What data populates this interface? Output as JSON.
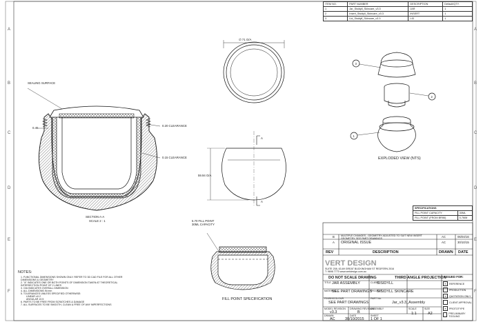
{
  "border": {
    "left_zones": [
      "A",
      "B",
      "C",
      "D",
      "E",
      "F"
    ],
    "right_zones": [
      "A",
      "B",
      "C",
      "D",
      "E",
      "F"
    ]
  },
  "parts_list": {
    "headers": [
      "ITEM NO.",
      "PART NUMBER",
      "DESCRIPTION",
      "Default/QTY."
    ],
    "rows": [
      [
        "1",
        "Jar_Sisidyll_Skincare_v3.3",
        "JAR",
        "1"
      ],
      [
        "2",
        "Insert_Sisidyll_Skincare_v3.3",
        "INSERT",
        "1"
      ],
      [
        "3",
        "Lid_Sisidyll_Skincare_v3.3",
        "LID",
        "1"
      ]
    ]
  },
  "annotations": {
    "sealing_surface": "SEALING SURFACE",
    "dim_top_diameter": "∅ 71 O/A",
    "dim_045": "0.45",
    "clearance_020": "0.20 CLEARANCE",
    "clearance_015": "0.15 CLEARANCE",
    "dim_height": "59.94 O/A",
    "section_label": "SECTION A-A",
    "section_scale": "SCALE 2 : 1",
    "section_marker": "A",
    "fill_point_note": "5.70 FILL POINT 30ML CAPACITY",
    "fill_point_caption": "FILL POINT SPECIFICATION",
    "exploded_caption": "EXPLODED VIEW (NTS)",
    "balloons": [
      "1",
      "2",
      "3"
    ]
  },
  "specs": {
    "title": "SPECIFICATIONS",
    "rows": [
      [
        "FILL POINT CAPACITY",
        "30ML"
      ],
      [
        "FILL POINT (FROM BRIM)",
        "5.7MM"
      ]
    ]
  },
  "notes": {
    "title": "NOTES:",
    "items": [
      "1. FUNCTIONAL DIMENSIONS SHOWN ONLY. REFER TO 3D CAD FILE FOR ALL OTHER DIMENSIONS & GEOMETRY",
      "2. \"A\" INDICATES ONE OR BOTH POINTS OF DIMENSION TAKEN AT THEORETICAL INTERSECTION POINT OF 2 LINES",
      "3. O/A INDICATES OVERALL DIMENSION",
      "4. ALL DIMENSIONS IN mm",
      "5. TOLERANCES UNLESS SPECIFIED OTHERWISE:",
      "LINEAR ±0.2",
      "ANGULAR ±0.5",
      "6. PARTS TO BE FREE FROM SCRATCHES & DAMAGE",
      "7. ALL SURFACES TO BE SMOOTH, CLEAN & FREE OF ANY IMPERFECTIONS"
    ]
  },
  "revisions": {
    "rows": [
      [
        "B",
        "MULTIPLE CHANGES - GEOMETRY ADJUSTED TO SUIT NEW INSERT GEOMETRY. SEE PART DRAWINGS",
        "AC",
        "06/04/16"
      ],
      [
        "A",
        "ORIGINAL ISSUE",
        "AC",
        "30/10/15"
      ]
    ],
    "headers": [
      "REV",
      "DESCRIPTION",
      "DRAWN",
      "DATE"
    ]
  },
  "title_block": {
    "company": "VERT DESIGN",
    "address": "SUITE 208, 63-69 GREAT BUCKINGHAM ST REDFERN 2016",
    "contact": "T: 9698 7770 www.vertdesign.com.au",
    "do_not_scale": "DO NOT SCALE DRAWING",
    "projection": "THIRD ANGLE PROJECTION",
    "title_label": "TITLE",
    "title_value": "JAR ASSEMBLY",
    "material_label": "MATERIAL",
    "material_value": "SEE PART DRAWINGS",
    "finish_label": "FINISH/COLOUR",
    "finish_value": "SEE PART DRAWINGS",
    "client_label": "CLIENT",
    "client_value": "SISIDYLL",
    "project_label": "PROJECT",
    "project_value": "SISIDYLL SKINCARE",
    "partno_label": "PART No.",
    "partno_value": "Jar_v3.3_Assembly",
    "model_rev_label": "MODEL REVISION",
    "model_rev_value": "v3.3",
    "drawing_rev_label": "DRAWING REVISION",
    "drawing_rev_value": "B",
    "assembly_label": "ASSEMBLY",
    "drawn_label": "DRAWN",
    "drawn_value": "AC",
    "date_label": "DATE",
    "date_value": "30/10/2015",
    "sheet_label": "SHEET",
    "sheet_value": "1 OF 1",
    "scale_label": "SCALE",
    "scale_value": "1:1",
    "size_label": "SIZE",
    "size_value": "A2",
    "issued_for": "ISSUED FOR:",
    "issued_options": [
      {
        "label": "REFERENCE",
        "checked": true
      },
      {
        "label": "PRODUCTION",
        "checked": false
      },
      {
        "label": "QUOTATION ONLY",
        "checked": true
      },
      {
        "label": "CLIENT APPROVAL",
        "checked": false
      },
      {
        "label": "PROTOTYPE",
        "checked": true
      },
      {
        "label": "PRELIMINARY TOOLING",
        "checked": false
      }
    ]
  }
}
